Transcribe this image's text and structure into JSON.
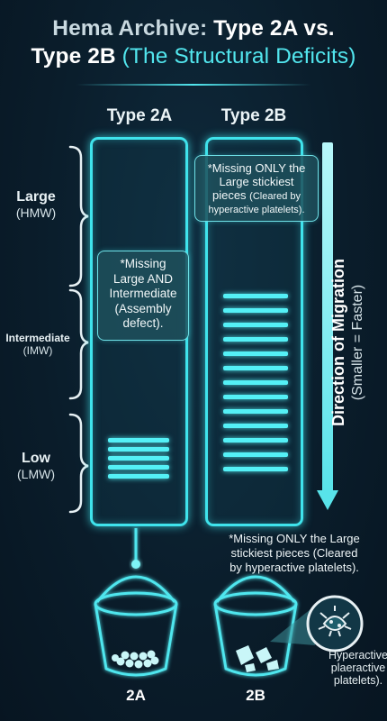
{
  "title": {
    "part1": "Hema Archive:",
    "part2": "Type 2A vs.",
    "part3": "Type 2B",
    "part4": "(The Structural Deficits)"
  },
  "columns": {
    "type2a": "Type 2A",
    "type2b": "Type 2B"
  },
  "size_labels": {
    "large": {
      "name": "Large",
      "abbr": "(HMW)"
    },
    "intermediate": {
      "name": "Intermediate",
      "abbr": "(IMW)"
    },
    "low": {
      "name": "Low",
      "abbr": "(LMW)"
    }
  },
  "callouts": {
    "type2a": {
      "line1": "*Missing",
      "line2": "Large AND",
      "line3": "Intermediate",
      "line4": "(Assembly",
      "line5": "defect)."
    },
    "type2b": {
      "line1": "*Missing ONLY the",
      "line2": "Large stickiest",
      "line3": "pieces",
      "line3b": "(Cleared by",
      "line4": "hyperactive platelets)."
    }
  },
  "migration": {
    "title": "Direction of Migration",
    "subtitle": "(Smaller = Faster)"
  },
  "note_2b": {
    "line1": "*Missing ONLY the Large",
    "line2": "stickiest pieces (Cleared",
    "line3": "by hyperactive platelets)."
  },
  "buckets": {
    "a": "2A",
    "b": "2B"
  },
  "platelet_note": {
    "line1": "Hyperactive",
    "line2": "plaeractive",
    "line3": "platelets)."
  },
  "band_counts": {
    "type2a": 5,
    "type2b": 13
  },
  "colors": {
    "accent": "#52e6ee",
    "background": "#0a1d2b",
    "callout_bg": "#1e505c"
  }
}
